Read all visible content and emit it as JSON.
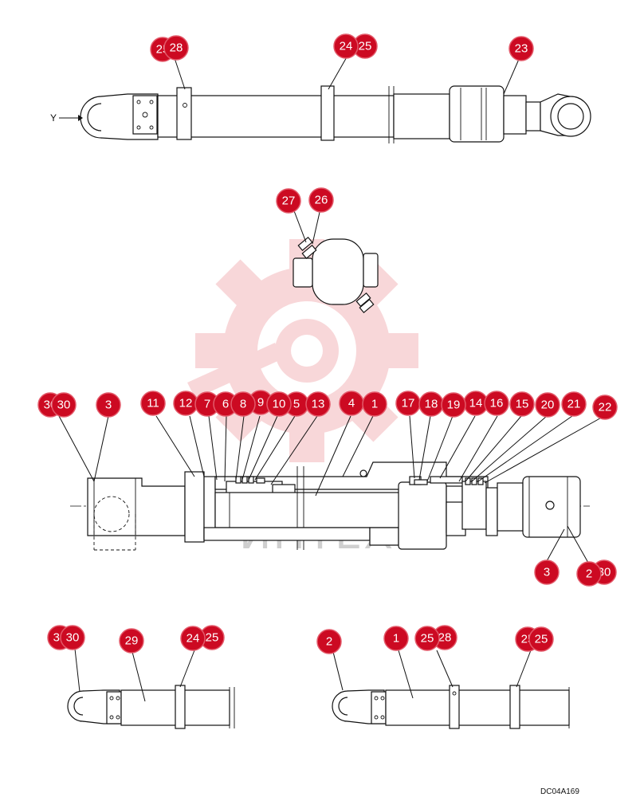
{
  "watermark": {
    "text": "ИНТЕХ",
    "color": "#f4b8bb"
  },
  "view_label": "Y",
  "drawing_code": "DC04A169",
  "callout_color": "#cc0a22",
  "callouts": {
    "top": [
      "25",
      "28",
      "24",
      "25",
      "23"
    ],
    "detail": [
      "27",
      "26"
    ],
    "section": [
      "30",
      "30",
      "3",
      "11",
      "12",
      "7",
      "6",
      "8",
      "9",
      "10",
      "5",
      "13",
      "4",
      "1",
      "17",
      "18",
      "19",
      "14",
      "16",
      "15",
      "20",
      "21",
      "22",
      "3",
      "2",
      "30"
    ],
    "bottom_left": [
      "30",
      "30",
      "29",
      "24",
      "25"
    ],
    "bottom_right": [
      "2",
      "1",
      "25",
      "28",
      "25",
      "25"
    ]
  }
}
